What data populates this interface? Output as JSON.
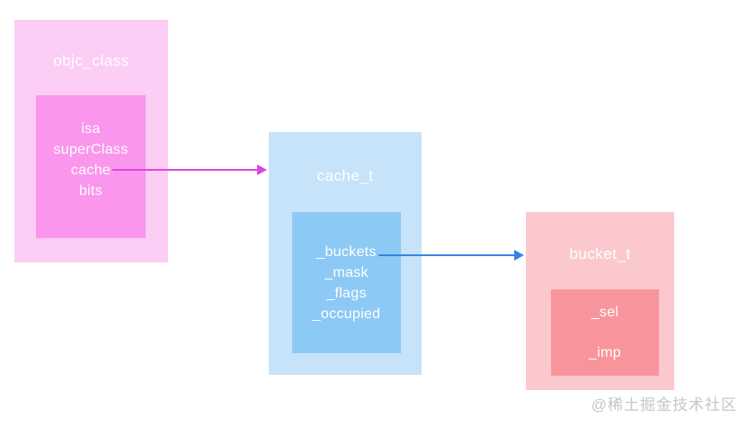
{
  "diagram": {
    "background_color": "#ffffff",
    "text_color": "#ffffff",
    "nodes": [
      {
        "id": "objc_class",
        "title": "objc_class",
        "fields": [
          "isa",
          "superClass",
          "cache",
          "bits"
        ],
        "outer_color": "#fccdf5",
        "inner_color": "#fa96ec"
      },
      {
        "id": "cache_t",
        "title": "cache_t",
        "fields": [
          "_buckets",
          "_mask",
          "_flags",
          "_occupied"
        ],
        "outer_color": "#c6e3fa",
        "inner_color": "#8dc9f5"
      },
      {
        "id": "bucket_t",
        "title": "bucket_t",
        "fields": [
          "_sel",
          "_imp"
        ],
        "outer_color": "#fbc9cd",
        "inner_color": "#f8959c"
      }
    ],
    "arrows": [
      {
        "from": "objc_class.cache",
        "to": "cache_t",
        "color": "#e146de"
      },
      {
        "from": "cache_t._buckets",
        "to": "bucket_t",
        "color": "#3884e4"
      }
    ],
    "watermark": "@稀土掘金技术社区",
    "watermark_color": "#c6c6c6"
  }
}
